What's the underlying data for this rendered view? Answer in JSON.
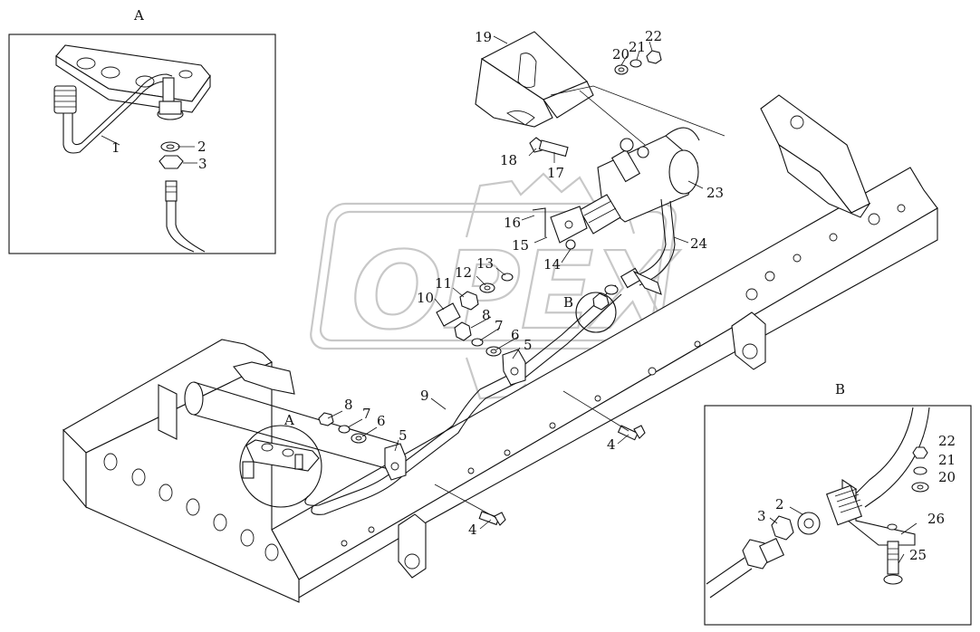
{
  "watermark": {
    "text": "OPEX"
  },
  "detail_a": {
    "title": "A"
  },
  "detail_b": {
    "title": "B"
  },
  "main_labels": {
    "view_a": "A",
    "view_b": "B",
    "p4a": "4",
    "p4b": "4",
    "p5a": "5",
    "p5b": "5",
    "p6a": "6",
    "p6b": "6",
    "p7a": "7",
    "p7b": "7",
    "p8a": "8",
    "p8b": "8",
    "p9": "9",
    "p10": "10",
    "p11": "11",
    "p12": "12",
    "p13": "13",
    "p14": "14",
    "p15": "15",
    "p16": "16",
    "p17": "17",
    "p18": "18",
    "p19": "19",
    "p20": "20",
    "p21": "21",
    "p22": "22",
    "p23": "23",
    "p24": "24"
  },
  "detail_a_labels": {
    "p1": "1",
    "p2": "2",
    "p3": "3"
  },
  "detail_b_labels": {
    "p2": "2",
    "p3": "3",
    "p20": "20",
    "p21": "21",
    "p22": "22",
    "p25": "25",
    "p26": "26"
  }
}
